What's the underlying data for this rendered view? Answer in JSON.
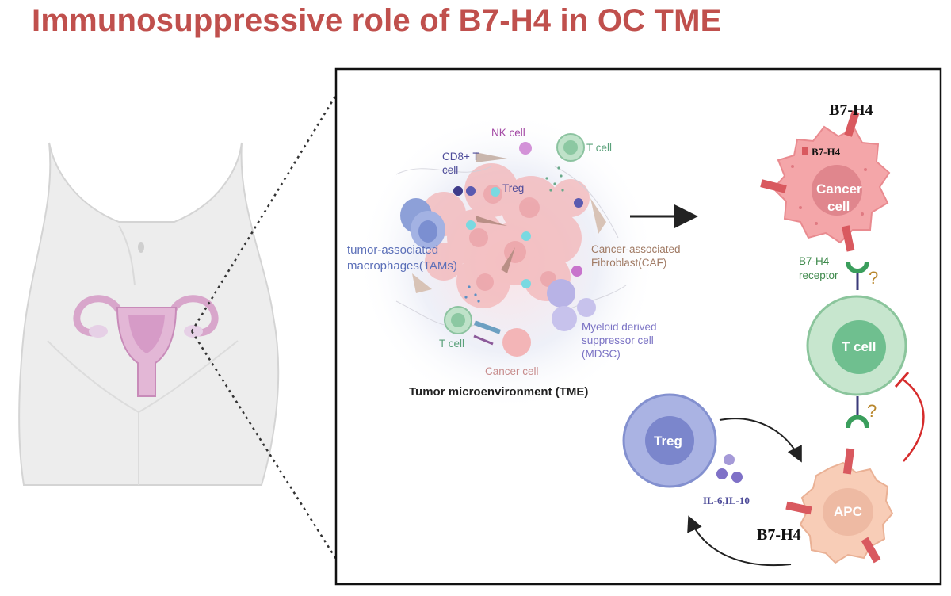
{
  "title": "Immunosuppressive role of B7-H4 in OC TME",
  "tme": {
    "caption": "Tumor microenvironment (TME)",
    "nk_cell": "NK cell",
    "t_cell_top": "T cell",
    "cd8_line1": "CD8+ T",
    "cd8_line2": "cell",
    "treg": "Treg",
    "tam_line1": "tumor-associated",
    "tam_line2": "macrophages(TAMs)",
    "caf_line1": "Cancer-associated",
    "caf_line2": "Fibroblast(CAF)",
    "mdsc_line1": "Myeloid derived",
    "mdsc_line2": "suppressor cell",
    "mdsc_line3": "(MDSC)",
    "t_cell_bottom": "T cell",
    "cancer_cell": "Cancer cell"
  },
  "mechanism": {
    "b7h4_top": "B7-H4",
    "b7h4_inner": "B7-H4",
    "cancer_line1": "Cancer",
    "cancer_line2": "cell",
    "receptor_line1": "B7-H4",
    "receptor_line2": "receptor",
    "question_1": "?",
    "question_2": "?",
    "t_cell": "T cell",
    "treg": "Treg",
    "cytokines": "IL-6,IL-10",
    "apc": "APC",
    "b7h4_apc": "B7-H4"
  },
  "colors": {
    "title": "#c0504d",
    "cancer": "#f2a7ab",
    "t_cell": "#9ccfaa",
    "treg": "#9aa5dd",
    "apc": "#f6c9b3",
    "b7h4": "#d9595f",
    "receptor": "#3a9e5c",
    "inhibit": "#d62c2c"
  }
}
